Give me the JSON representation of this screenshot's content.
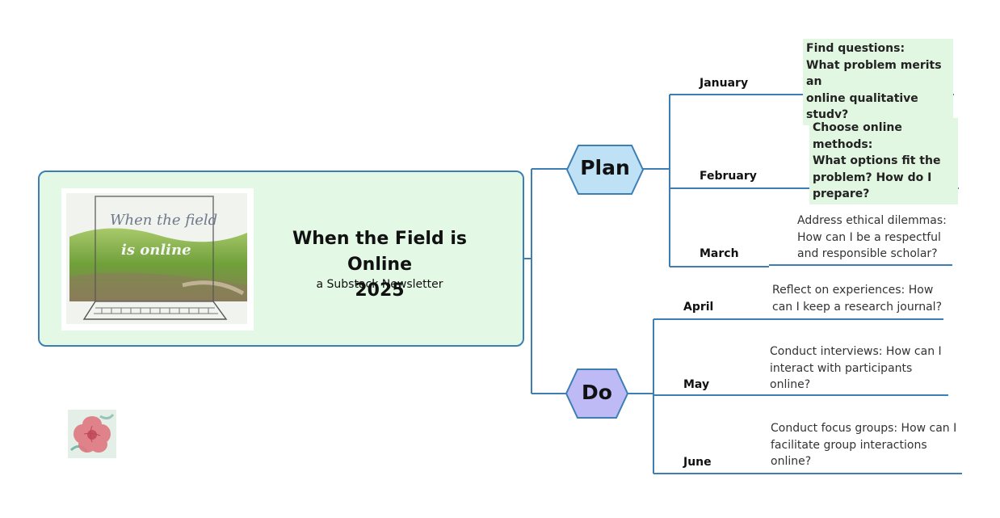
{
  "central": {
    "title_line1": "When the Field is Online",
    "title_line2": "2025",
    "subtitle": "a Substack Newsletter",
    "cover_text_line1": "When the field",
    "cover_text_line2": "is online"
  },
  "branches": [
    {
      "label": "Plan",
      "color": "#bfe1f6",
      "children": [
        {
          "month": "January",
          "note_lines": [
            "Find questions:",
            "What problem merits an",
            "online qualitative study?"
          ]
        },
        {
          "month": "February",
          "note_lines": [
            "Choose online methods:",
            "What options fit the",
            "problem? How do I",
            "prepare?"
          ]
        },
        {
          "month": "March",
          "note_lines": [
            "Address ethical dilemmas:",
            "How can I be a respectful",
            "and responsible scholar?"
          ]
        }
      ]
    },
    {
      "label": "Do",
      "color": "#bdbaf5",
      "children": [
        {
          "month": "April",
          "note_lines": [
            "Reflect on experiences: How",
            "can I keep a research journal?"
          ]
        },
        {
          "month": "May",
          "note_lines": [
            "Conduct interviews: How can I",
            "interact with participants",
            "online?"
          ]
        },
        {
          "month": "June",
          "note_lines": [
            "Conduct focus groups: How can I",
            "facilitate group interactions",
            "online?"
          ]
        }
      ]
    }
  ],
  "colors": {
    "line": "#3d7fb4",
    "central_fill": "#e3f9e5",
    "highlight_fill": "#e2f7e2"
  }
}
